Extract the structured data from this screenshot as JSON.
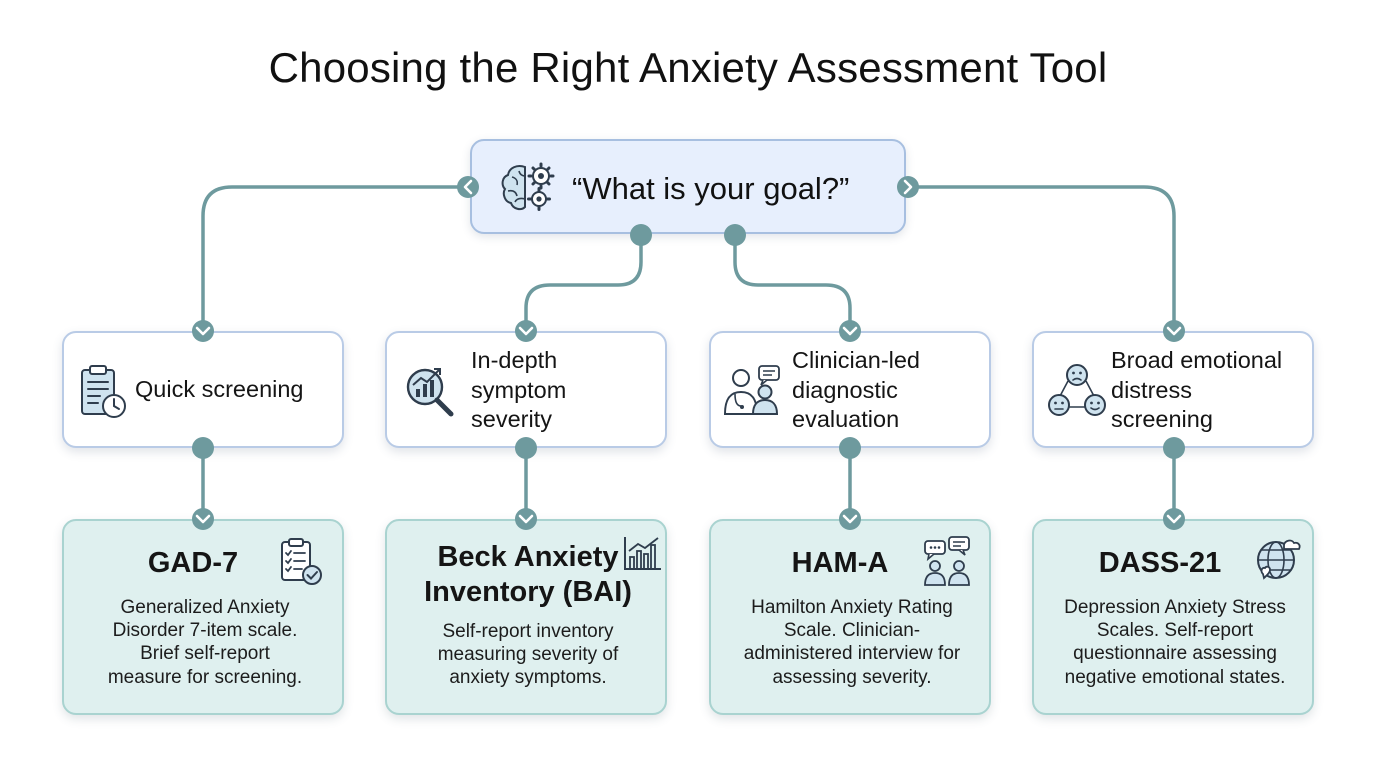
{
  "title": "Choosing the Right Anxiety Assessment Tool",
  "root": {
    "question": "“What is your goal?”",
    "icon": "brain-gears-icon"
  },
  "colors": {
    "connector": "#6e9a9e",
    "root_fill": "#e7effd",
    "root_border": "#a7bfe0",
    "goal_border": "#b9cbe6",
    "tool_fill": "#dff0ef",
    "tool_border": "#a9d3d0",
    "icon_ink": "#2f3d4d",
    "icon_accent": "#cfe3ef"
  },
  "goals": [
    {
      "lines": [
        "Quick screening"
      ],
      "icon": "clipboard-clock-icon"
    },
    {
      "lines": [
        "In-depth",
        "symptom",
        "severity"
      ],
      "icon": "magnifier-chart-icon"
    },
    {
      "lines": [
        "Clinician-led",
        "diagnostic",
        "evaluation"
      ],
      "icon": "clinician-patient-icon"
    },
    {
      "lines": [
        "Broad emotional",
        "distress",
        "screening"
      ],
      "icon": "emotion-faces-icon"
    }
  ],
  "tools": [
    {
      "name_lines": [
        "GAD-7"
      ],
      "icon": "checklist-icon",
      "description_lines": [
        "Generalized Anxiety",
        "Disorder 7-item scale.",
        "Brief self-report",
        "measure for screening."
      ]
    },
    {
      "name_lines": [
        "Beck Anxiety",
        "Inventory (BAI)"
      ],
      "icon": "bar-chart-icon",
      "description_lines": [
        "Self-report inventory",
        "measuring severity of",
        "anxiety symptoms."
      ]
    },
    {
      "name_lines": [
        "HAM-A"
      ],
      "icon": "interview-chat-icon",
      "description_lines": [
        "Hamilton Anxiety Rating",
        "Scale. Clinician-",
        "administered interview for",
        "assessing severity."
      ]
    },
    {
      "name_lines": [
        "DASS-21"
      ],
      "icon": "globe-heart-icon",
      "description_lines": [
        "Depression Anxiety Stress",
        "Scales. Self-report",
        "questionnaire assessing",
        "negative emotional states."
      ]
    }
  ]
}
